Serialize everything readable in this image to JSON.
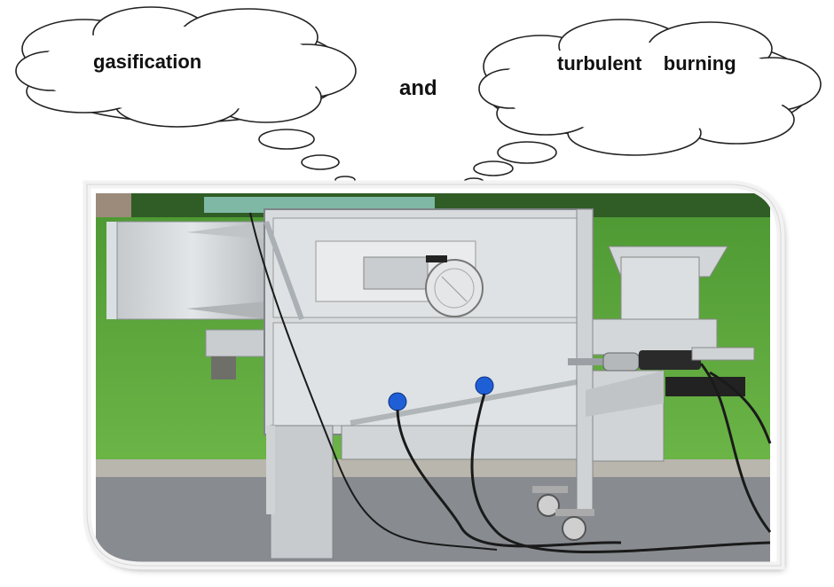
{
  "thought_left": {
    "text": "gasification"
  },
  "connector": {
    "text": "and"
  },
  "thought_right": {
    "text": "turbulent    burning"
  },
  "colors": {
    "cloud_stroke": "#222222",
    "cloud_fill": "#ffffff",
    "grass": "#5fa83a",
    "asphalt": "#8d9095",
    "steel": "#cfd3d6",
    "knob_blue": "#1f5fd6"
  },
  "photo": {
    "subject": "machine-photo",
    "icons": [
      "blower-fan-icon",
      "blue-knob-icon",
      "caster-wheel-icon",
      "burner-nozzle-icon",
      "hopper-icon"
    ]
  }
}
